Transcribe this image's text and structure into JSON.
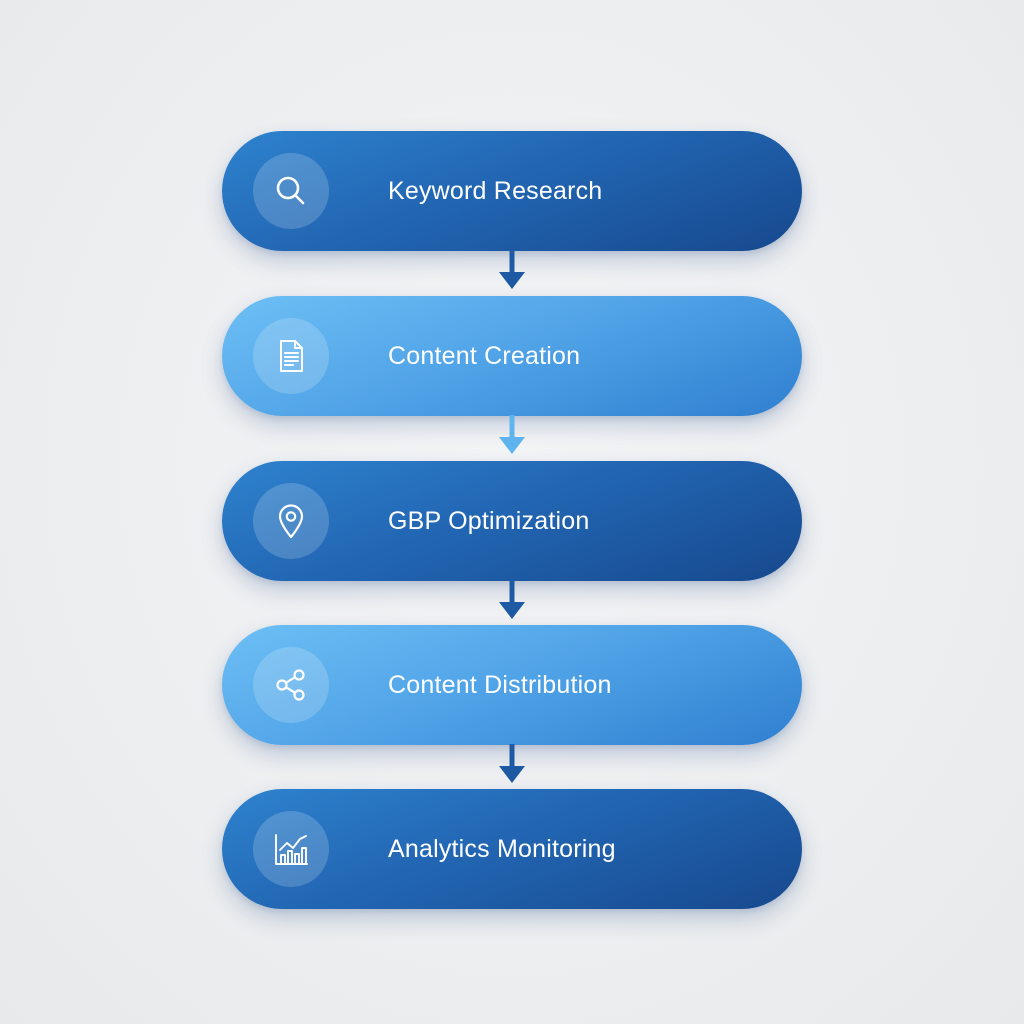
{
  "steps": [
    {
      "label": "Keyword Research",
      "icon": "search-icon",
      "tone": "dark"
    },
    {
      "label": "Content Creation",
      "icon": "document-icon",
      "tone": "light"
    },
    {
      "label": "GBP Optimization",
      "icon": "location-pin-icon",
      "tone": "dark"
    },
    {
      "label": "Content Distribution",
      "icon": "share-icon",
      "tone": "light"
    },
    {
      "label": "Analytics Monitoring",
      "icon": "bar-chart-icon",
      "tone": "dark"
    }
  ],
  "colors": {
    "dark_step": "#2266b3",
    "light_step": "#4fa2e6",
    "dark_arrow": "#1d5aa3",
    "light_arrow": "#5fb4f0",
    "background": "#eceef0"
  }
}
